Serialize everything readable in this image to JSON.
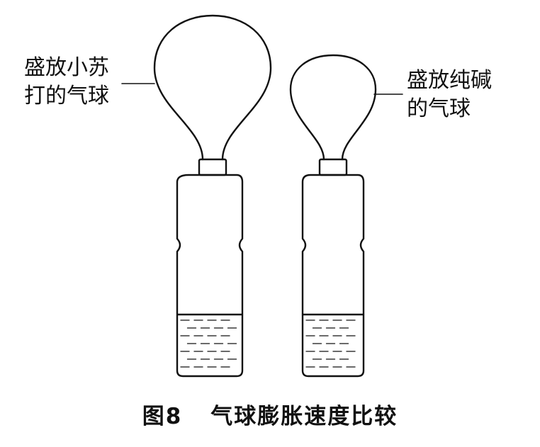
{
  "labels": {
    "baking_soda": {
      "line1": "盛放小苏",
      "line2": "打的气球"
    },
    "soda_ash": {
      "line1": "盛放纯碱",
      "line2": "的气球"
    }
  },
  "caption": {
    "number": "图8",
    "title": "气球膨胀速度比较"
  },
  "colors": {
    "stroke": "#111111",
    "background": "#ffffff"
  }
}
